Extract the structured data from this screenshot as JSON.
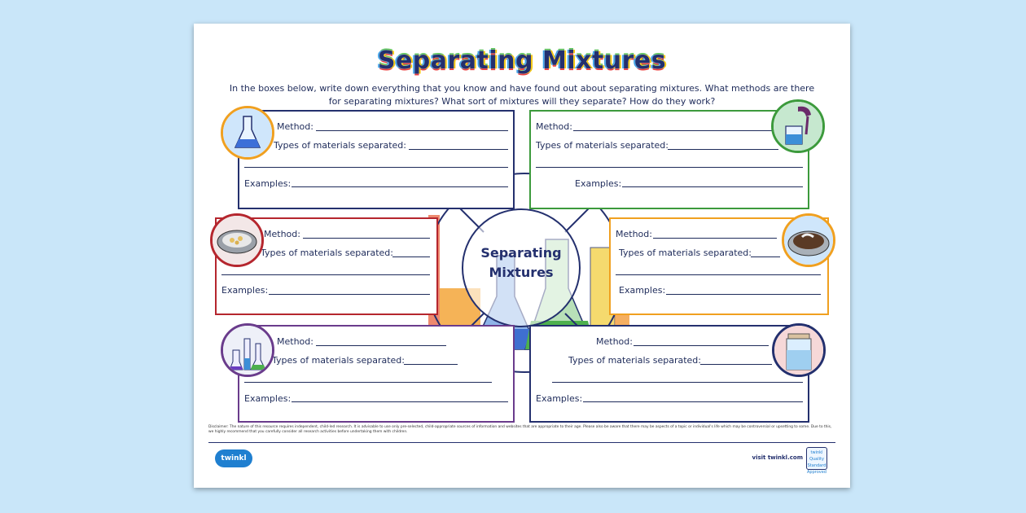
{
  "title": "Separating Mixtures",
  "intro": "In the boxes below, write down everything that you know and have found out about separating mixtures. What methods are there for separating mixtures? What sort of mixtures will they separate? How do they work?",
  "labels": {
    "method": "Method:",
    "types": "Types of materials separated:",
    "examples": "Examples:"
  },
  "center": {
    "line1": "Separating",
    "line2": "Mixtures"
  },
  "footer": {
    "disclaimer": "Disclaimer: The nature of this resource requires independent, child-led research. It is advisable to use only pre-selected, child-appropriate sources of information and websites that are appropriate to their age. Please also be aware that there may be aspects of a topic or individual's life which may be controversial or upsetting to some. Due to this, we highly recommend that you carefully consider all research activities before undertaking them with children.",
    "logo": "twinkl",
    "visit": "visit twinkl.com",
    "badge": "twinkl Quality Standard Approved"
  },
  "colors": {
    "navy": "#24306e",
    "green": "#3c9a3c",
    "red": "#b5262e",
    "orange": "#f0a020",
    "purple": "#6a3c8c",
    "blue_circle": "#1f6fc0"
  },
  "icons": [
    "flask-icon",
    "pouring-liquid-icon",
    "evaporating-dish-icon",
    "soil-dish-icon",
    "test-tubes-icon",
    "jar-icon",
    "lab-glassware-illustration"
  ]
}
